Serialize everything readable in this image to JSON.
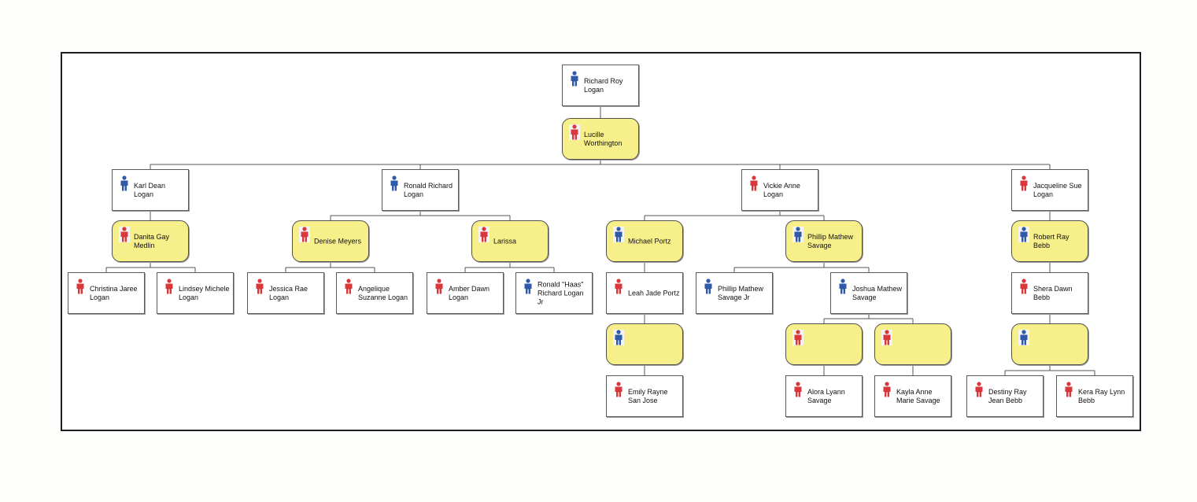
{
  "colors": {
    "male": "#2f5aa8",
    "female": "#d8383c",
    "spouse_fill": "#f7ef8a",
    "line": "#555555"
  },
  "nodes": [
    {
      "id": "n1",
      "name": "Richard Roy Logan",
      "gender": "male",
      "spouse": false,
      "icon": "male-person-icon"
    },
    {
      "id": "n2",
      "name": "Lucille Worthington",
      "gender": "female",
      "spouse": true,
      "icon": "female-person-icon"
    },
    {
      "id": "n3",
      "name": "Karl Dean Logan",
      "gender": "male",
      "spouse": false,
      "icon": "male-person-icon"
    },
    {
      "id": "n4",
      "name": "Ronald Richard Logan",
      "gender": "male",
      "spouse": false,
      "icon": "male-person-icon"
    },
    {
      "id": "n5",
      "name": "Vickie Anne Logan",
      "gender": "female",
      "spouse": false,
      "icon": "female-person-icon"
    },
    {
      "id": "n6",
      "name": "Jacqueline Sue Logan",
      "gender": "female",
      "spouse": false,
      "icon": "female-person-icon"
    },
    {
      "id": "n7",
      "name": "Danita Gay Medlin",
      "gender": "female",
      "spouse": true,
      "icon": "female-person-icon"
    },
    {
      "id": "n8",
      "name": "Denise Meyers",
      "gender": "female",
      "spouse": true,
      "icon": "female-person-icon"
    },
    {
      "id": "n9",
      "name": "Larissa",
      "gender": "female",
      "spouse": true,
      "icon": "female-person-icon"
    },
    {
      "id": "n10",
      "name": "Michael Portz",
      "gender": "male",
      "spouse": true,
      "icon": "male-person-icon"
    },
    {
      "id": "n11",
      "name": "Phillip Mathew Savage",
      "gender": "male",
      "spouse": true,
      "icon": "male-person-icon"
    },
    {
      "id": "n12",
      "name": "Robert Ray Bebb",
      "gender": "male",
      "spouse": true,
      "icon": "male-person-icon"
    },
    {
      "id": "n13",
      "name": "Christina Jaree Logan",
      "gender": "female",
      "spouse": false,
      "icon": "female-person-icon"
    },
    {
      "id": "n14",
      "name": "Lindsey Michele Logan",
      "gender": "female",
      "spouse": false,
      "icon": "female-person-icon"
    },
    {
      "id": "n15",
      "name": "Jessica Rae Logan",
      "gender": "female",
      "spouse": false,
      "icon": "female-person-icon"
    },
    {
      "id": "n16",
      "name": "Angelique Suzanne Logan",
      "gender": "female",
      "spouse": false,
      "icon": "female-person-icon"
    },
    {
      "id": "n17",
      "name": "Amber Dawn Logan",
      "gender": "female",
      "spouse": false,
      "icon": "female-person-icon"
    },
    {
      "id": "n18",
      "name": "Ronald \"Haas\" Richard Logan Jr",
      "gender": "male",
      "spouse": false,
      "icon": "male-person-icon"
    },
    {
      "id": "n19",
      "name": "Leah Jade Portz",
      "gender": "female",
      "spouse": false,
      "icon": "female-person-icon"
    },
    {
      "id": "n20",
      "name": "Phillip Mathew Savage Jr",
      "gender": "male",
      "spouse": false,
      "icon": "male-person-icon"
    },
    {
      "id": "n21",
      "name": "Joshua Mathew Savage",
      "gender": "male",
      "spouse": false,
      "icon": "male-person-icon"
    },
    {
      "id": "n22",
      "name": "Shera Dawn Bebb",
      "gender": "female",
      "spouse": false,
      "icon": "female-person-icon"
    },
    {
      "id": "n23",
      "name": "",
      "gender": "male",
      "spouse": true,
      "icon": "male-person-icon"
    },
    {
      "id": "n24",
      "name": "",
      "gender": "female",
      "spouse": true,
      "icon": "female-person-icon"
    },
    {
      "id": "n25",
      "name": "",
      "gender": "female",
      "spouse": true,
      "icon": "female-person-icon"
    },
    {
      "id": "n26",
      "name": "",
      "gender": "male",
      "spouse": true,
      "icon": "male-person-icon"
    },
    {
      "id": "n27",
      "name": "Emily Rayne San Jose",
      "gender": "female",
      "spouse": false,
      "icon": "female-person-icon"
    },
    {
      "id": "n28",
      "name": "Alora Lyann Savage",
      "gender": "female",
      "spouse": false,
      "icon": "female-person-icon"
    },
    {
      "id": "n29",
      "name": "Kayla Anne Marie Savage",
      "gender": "female",
      "spouse": false,
      "icon": "female-person-icon"
    },
    {
      "id": "n30",
      "name": "Destiny Ray Jean Bebb",
      "gender": "female",
      "spouse": false,
      "icon": "female-person-icon"
    },
    {
      "id": "n31",
      "name": "Kera Ray Lynn Bebb",
      "gender": "female",
      "spouse": false,
      "icon": "female-person-icon"
    }
  ],
  "edges": [
    {
      "from": "n1",
      "to": [
        "n2"
      ]
    },
    {
      "from": "n2",
      "to": [
        "n3",
        "n4",
        "n5",
        "n6"
      ]
    },
    {
      "from": "n3",
      "to": [
        "n7"
      ]
    },
    {
      "from": "n4",
      "to": [
        "n8",
        "n9"
      ]
    },
    {
      "from": "n5",
      "to": [
        "n10",
        "n11"
      ]
    },
    {
      "from": "n6",
      "to": [
        "n12"
      ]
    },
    {
      "from": "n7",
      "to": [
        "n13",
        "n14"
      ]
    },
    {
      "from": "n8",
      "to": [
        "n15",
        "n16"
      ]
    },
    {
      "from": "n9",
      "to": [
        "n17",
        "n18"
      ]
    },
    {
      "from": "n10",
      "to": [
        "n19"
      ]
    },
    {
      "from": "n11",
      "to": [
        "n20",
        "n21"
      ]
    },
    {
      "from": "n12",
      "to": [
        "n22"
      ]
    },
    {
      "from": "n19",
      "to": [
        "n23"
      ]
    },
    {
      "from": "n21",
      "to": [
        "n24",
        "n25"
      ]
    },
    {
      "from": "n22",
      "to": [
        "n26"
      ]
    },
    {
      "from": "n23",
      "to": [
        "n27"
      ]
    },
    {
      "from": "n24",
      "to": [
        "n28"
      ]
    },
    {
      "from": "n25",
      "to": [
        "n29"
      ]
    },
    {
      "from": "n26",
      "to": [
        "n30",
        "n31"
      ]
    }
  ]
}
